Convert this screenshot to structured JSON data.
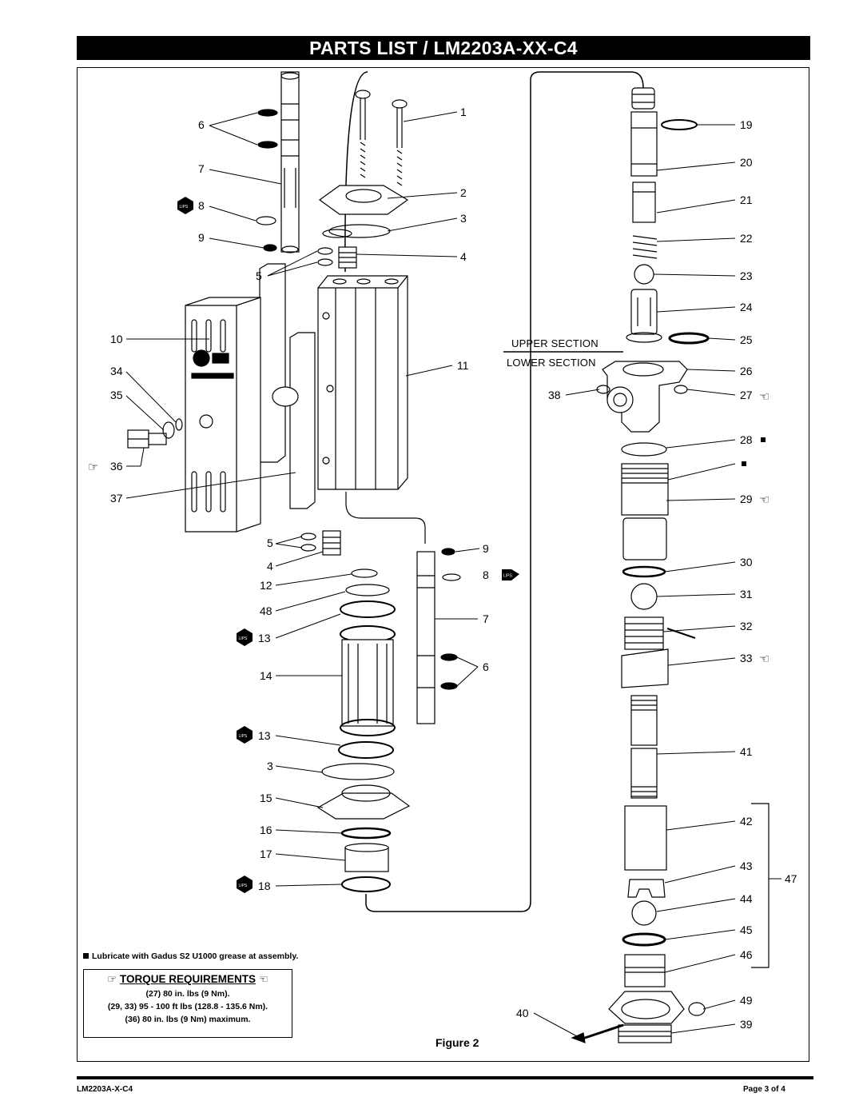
{
  "header": {
    "title": "PARTS LIST / LM2203A-XX-C4"
  },
  "sections": {
    "upper": "UPPER SECTION",
    "lower": "LOWER SECTION"
  },
  "callouts": {
    "c1": "1",
    "c2": "2",
    "c3a": "3",
    "c4a": "4",
    "c5a": "5",
    "c6a": "6",
    "c7a": "7",
    "c8a": "8",
    "c9a": "9",
    "c10": "10",
    "c11": "11",
    "c34": "34",
    "c35": "35",
    "c36": "36",
    "c37": "37",
    "c5b": "5",
    "c4b": "4",
    "c12": "12",
    "c48": "48",
    "c13a": "13",
    "c14": "14",
    "c13b": "13",
    "c3b": "3",
    "c15": "15",
    "c16": "16",
    "c17": "17",
    "c18": "18",
    "c9b": "9",
    "c8b": "8",
    "c7b": "7",
    "c6b": "6",
    "c19": "19",
    "c20": "20",
    "c21": "21",
    "c22": "22",
    "c23": "23",
    "c24": "24",
    "c25": "25",
    "c26": "26",
    "c27": "27",
    "c38": "38",
    "c28": "28",
    "c29": "29",
    "c30": "30",
    "c31": "31",
    "c32": "32",
    "c33": "33",
    "c41": "41",
    "c42": "42",
    "c43": "43",
    "c47": "47",
    "c44": "44",
    "c45": "45",
    "c46": "46",
    "c49": "49",
    "c39": "39",
    "c40": "40"
  },
  "lips_label": "LIPS",
  "note": "Lubricate with Gadus S2 U1000 grease at assembly.",
  "torque": {
    "title": "TORQUE REQUIREMENTS",
    "line1": "(27) 80 in. lbs (9 Nm).",
    "line2": "(29, 33) 95 - 100 ft lbs (128.8 - 135.6 Nm).",
    "line3": "(36) 80 in. lbs (9 Nm) maximum."
  },
  "figure_caption": "Figure 2",
  "footer": {
    "left": "LM2203A-X-C4",
    "right": "Page 3 of 4"
  }
}
